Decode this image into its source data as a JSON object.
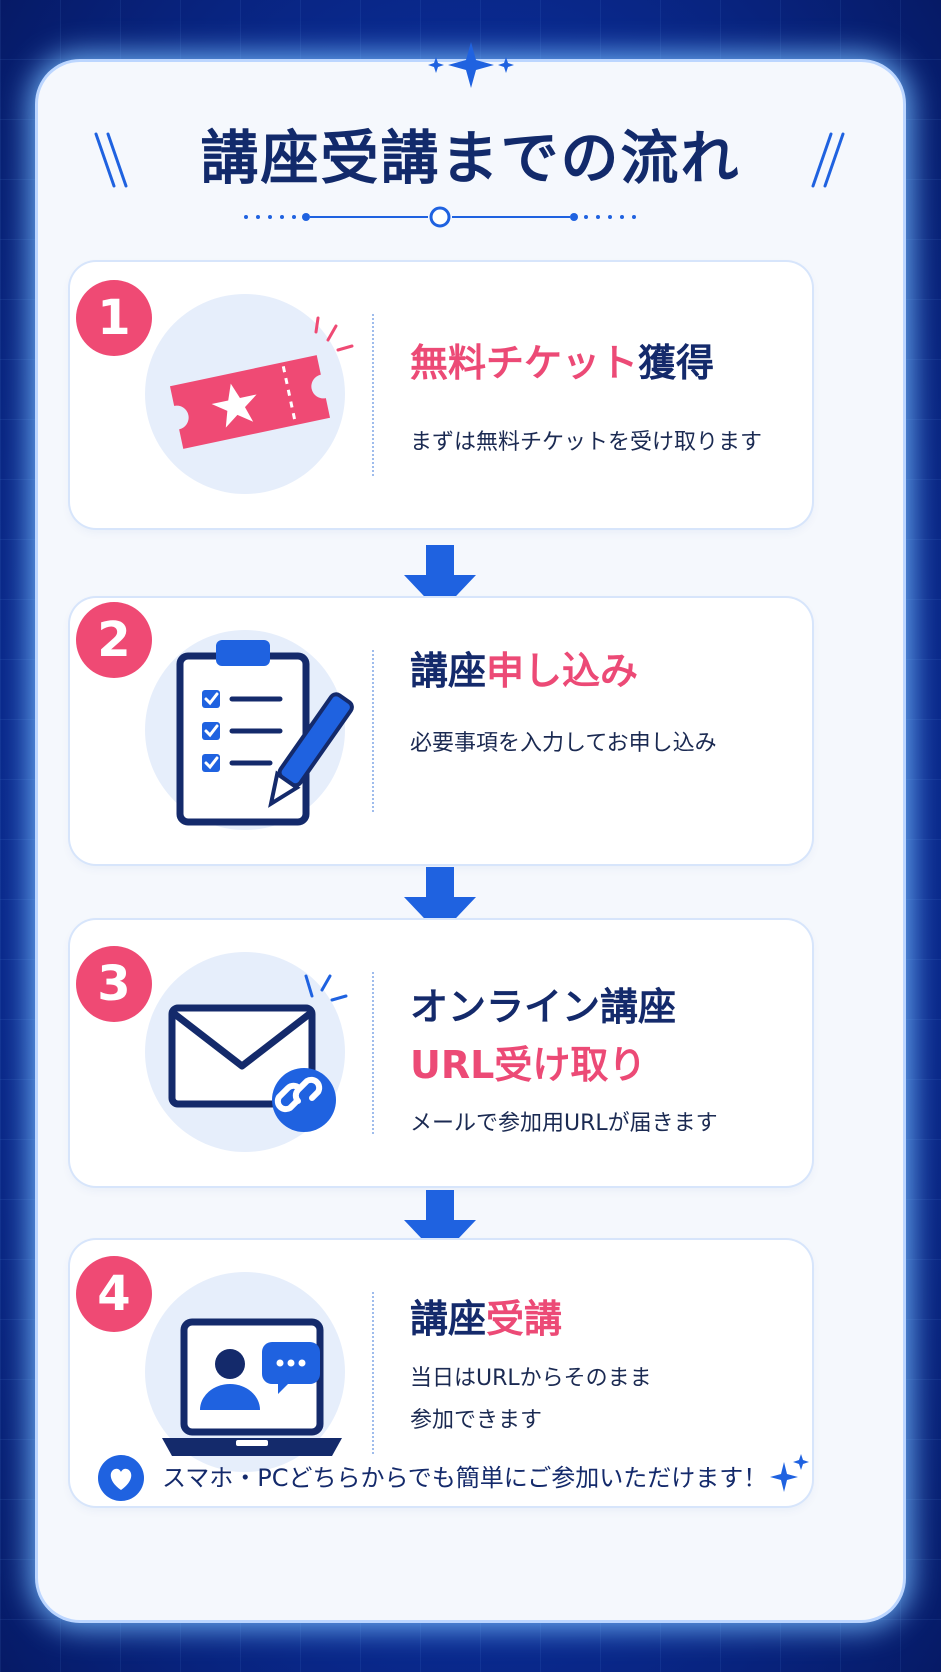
{
  "title": "講座受講までの流れ",
  "steps": [
    {
      "number": "1",
      "title_parts": [
        {
          "text": "無料チケット",
          "accent": true
        },
        {
          "text": "獲得",
          "accent": false
        }
      ],
      "description_lines": [
        "まずは無料チケットを受け取ります"
      ],
      "icon": "ticket-star-icon"
    },
    {
      "number": "2",
      "title_parts": [
        {
          "text": "講座",
          "accent": false
        },
        {
          "text": "申し込み",
          "accent": true
        }
      ],
      "description_lines": [
        "必要事項を入力してお申し込み"
      ],
      "icon": "clipboard-checklist-pen-icon"
    },
    {
      "number": "3",
      "title_lines": [
        [
          {
            "text": "オンライン講座",
            "accent": false
          }
        ],
        [
          {
            "text": "URL受け取り",
            "accent": true
          }
        ]
      ],
      "description_lines": [
        "メールで参加用URLが届きます"
      ],
      "icon": "envelope-link-icon"
    },
    {
      "number": "4",
      "title_parts": [
        {
          "text": "講座",
          "accent": false
        },
        {
          "text": "受講",
          "accent": true
        }
      ],
      "description_lines": [
        "当日はURLからそのまま",
        "参加できます"
      ],
      "icon": "laptop-video-call-icon"
    }
  ],
  "footer": {
    "text": "スマホ・PCどちらからでも簡単にご参加いただけます！",
    "icon": "heart-icon"
  },
  "colors": {
    "navy": "#142a6b",
    "accent_pink": "#ec4a76",
    "blue": "#1f62e0",
    "background_blue": "#0b2f9e"
  }
}
